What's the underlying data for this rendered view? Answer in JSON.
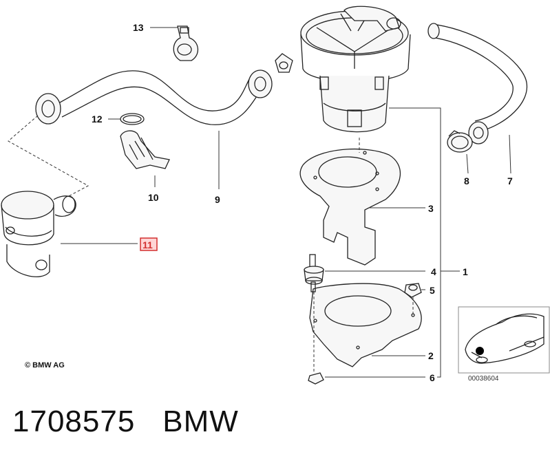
{
  "callouts": {
    "c1": "1",
    "c2": "2",
    "c3": "3",
    "c4": "4",
    "c5": "5",
    "c6": "6",
    "c7": "7",
    "c8": "8",
    "c9": "9",
    "c10": "10",
    "c11": "11",
    "c12": "12",
    "c13": "13"
  },
  "copyright": "© BMW AG",
  "reference_number": "00038604",
  "footer": {
    "part_number": "1708575",
    "brand": "BMW"
  },
  "colors": {
    "highlight": "#d32f2f",
    "line": "#222222"
  }
}
